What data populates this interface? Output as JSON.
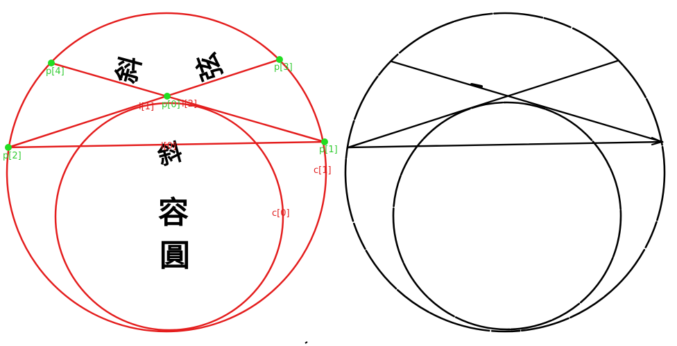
{
  "colors": {
    "construction": "#e41e1e",
    "point": "#22dd22",
    "point_label": "#33cc33",
    "original_ink": "#000000",
    "background": "#ffffff"
  },
  "left_panel": {
    "points": [
      {
        "id": "p4",
        "label": "p[4]"
      },
      {
        "id": "p3",
        "label": "p[3]"
      },
      {
        "id": "p0",
        "label": "p[0]"
      },
      {
        "id": "p2",
        "label": "p[2]"
      },
      {
        "id": "p1",
        "label": "p[1]"
      }
    ],
    "line_labels": {
      "l1": "l[1]",
      "l2": "l[2]",
      "l0": "l[0]"
    },
    "circle_labels": {
      "c1": "c[1]",
      "c0": "c[0]"
    },
    "calligraphy": {
      "glyph_a": "斜",
      "glyph_b": "弦",
      "glyph_c": "容",
      "glyph_d": "圓"
    }
  },
  "right_panel": {
    "description_icon": "ink-line-drawing"
  }
}
